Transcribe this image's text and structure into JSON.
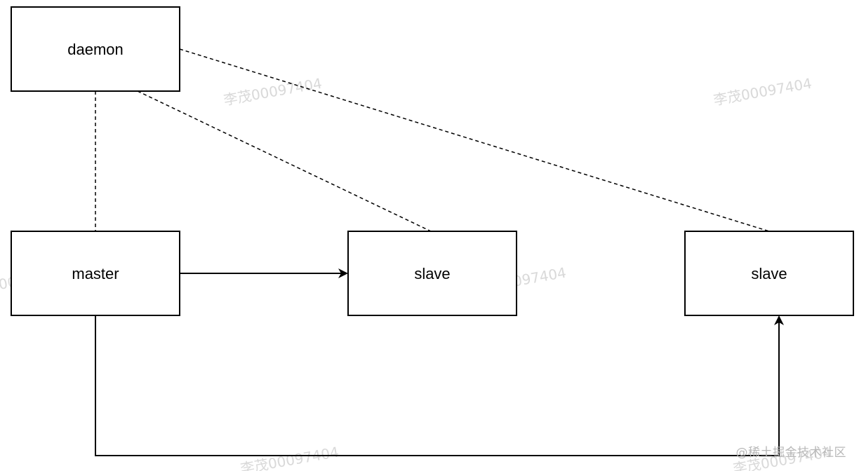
{
  "nodes": {
    "daemon": "daemon",
    "master": "master",
    "slave_middle": "slave",
    "slave_right": "slave"
  },
  "watermark": {
    "text": "李茂00097404",
    "credit": "@稀土掘金技术社区"
  },
  "colors": {
    "stroke": "#000000",
    "watermark": "#d9d9d9"
  }
}
